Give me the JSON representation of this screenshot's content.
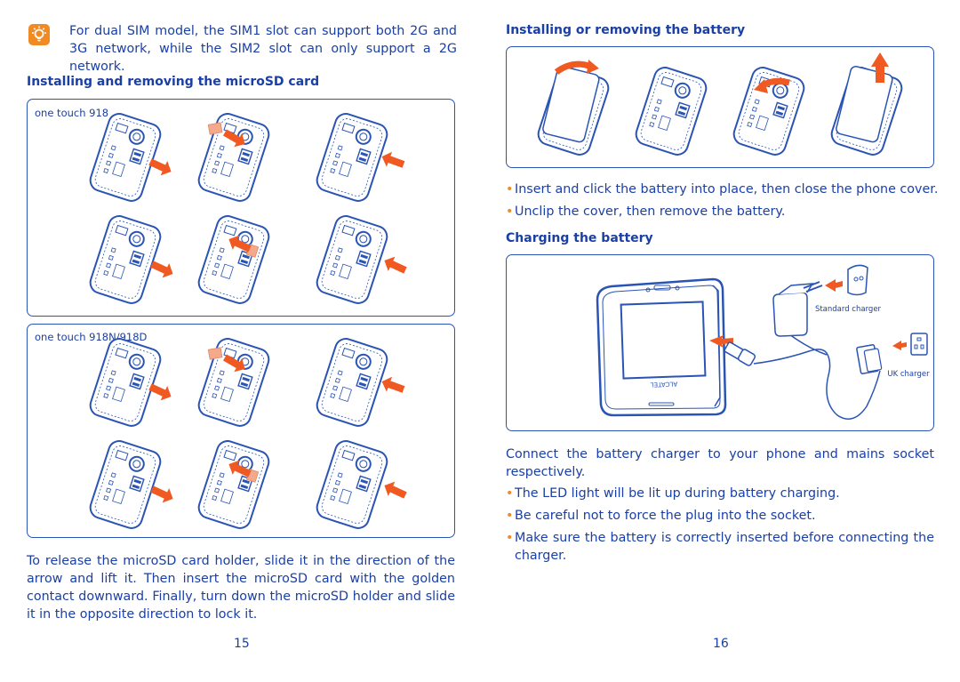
{
  "left_page": {
    "tip": "For dual SIM model, the SIM1 slot can support both 2G and 3G network, while the SIM2 slot can only support a 2G network.",
    "microsd_heading": "Installing and removing the microSD card",
    "figure1_caption": "one touch 918",
    "figure2_caption": "one touch 918N/918D",
    "instructions": "To release the microSD card holder, slide it in the direction of the arrow and lift it. Then insert the microSD card with the golden contact downward. Finally, turn down the microSD holder and slide it in the opposite direction to lock it.",
    "page_number": "15"
  },
  "right_page": {
    "battery_heading": "Installing or removing the battery",
    "battery_bullets": [
      "Insert and click the battery into place, then close the phone cover.",
      "Unclip the cover, then remove the battery."
    ],
    "charging_heading": "Charging the battery",
    "standard_charger_label": "Standard charger",
    "uk_charger_label": "UK charger",
    "phone_brand": "ALCATEL",
    "connect_text": "Connect the battery charger to your phone and mains socket respectively.",
    "charging_bullets": [
      "The LED light will be lit up during battery charging.",
      "Be careful not to force the plug into the socket.",
      "Make sure the battery is correctly inserted before connecting the charger."
    ],
    "page_number": "16"
  },
  "colors": {
    "text_blue": "#1a3fa6",
    "line_blue": "#2a54b4",
    "accent_orange": "#f08a24",
    "arrow_orange": "#f05a22",
    "microsd_pink": "#f4a98a"
  }
}
